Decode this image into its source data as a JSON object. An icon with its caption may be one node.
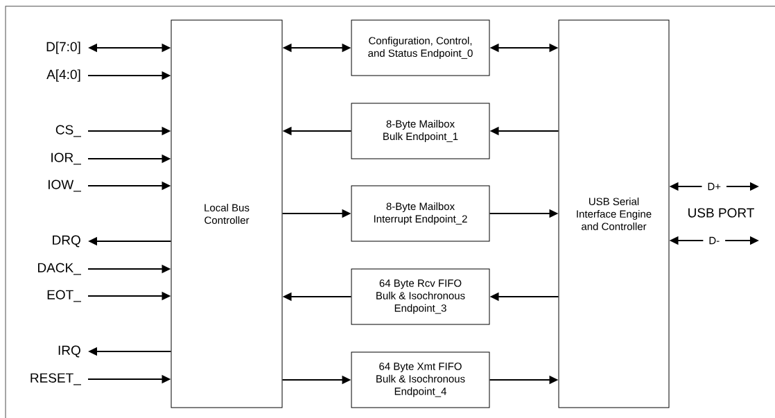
{
  "diagram": {
    "nodes": [
      {
        "text": [
          "Local Bus Controller"
        ]
      },
      {
        "text": [
          "Configuration, Control, and Status Endpoint_0"
        ]
      },
      {
        "text": [
          "8-Byte Mailbox Bulk Endpoint_1"
        ]
      },
      {
        "text": [
          "8-Byte Mailbox Interrupt Endpoint_2"
        ]
      },
      {
        "text": [
          "64 Byte Rcv FIFO Bulk & Isochronous Endpoint_3"
        ]
      },
      {
        "text": [
          "64 Byte Xmt FIFO Bulk & Isochronous Endpoint_4"
        ]
      },
      {
        "text": [
          "USB Serial Interface Engine and Controller"
        ]
      },
      {
        "text": [
          "D[7:0]"
        ]
      },
      {
        "text": [
          "A[4:0]"
        ]
      },
      {
        "text": [
          "CS_"
        ]
      },
      {
        "text": [
          "IOR_"
        ]
      },
      {
        "text": [
          "IOW_"
        ]
      },
      {
        "text": [
          "DRQ"
        ]
      },
      {
        "text": [
          "DACK_"
        ]
      },
      {
        "text": [
          "EOT_"
        ]
      },
      {
        "text": [
          "IRQ"
        ]
      },
      {
        "text": [
          "RESET_"
        ]
      }
    ],
    "edges": [
      {
        "from": 7,
        "to": 0,
        "arrow": "both"
      },
      {
        "from": 8,
        "to": 0,
        "arrow": "to"
      },
      {
        "from": 9,
        "to": 0,
        "arrow": "to"
      },
      {
        "from": 10,
        "to": 0,
        "arrow": "to"
      },
      {
        "from": 11,
        "to": 0,
        "arrow": "to"
      },
      {
        "from": 0,
        "to": 12,
        "arrow": "to"
      },
      {
        "from": 13,
        "to": 0,
        "arrow": "to"
      },
      {
        "from": 14,
        "to": 0,
        "arrow": "to"
      },
      {
        "from": 0,
        "to": 15,
        "arrow": "to"
      },
      {
        "from": 16,
        "to": 0,
        "arrow": "to"
      },
      {
        "from": 0,
        "to": 1,
        "arrow": "both"
      },
      {
        "from": 1,
        "to": 6,
        "arrow": "both"
      },
      {
        "from": 2,
        "to": 0,
        "arrow": "to"
      },
      {
        "from": 6,
        "to": 2,
        "arrow": "to"
      },
      {
        "from": 0,
        "to": 3,
        "arrow": "to"
      },
      {
        "from": 3,
        "to": 6,
        "arrow": "to"
      },
      {
        "from": 4,
        "to": 0,
        "arrow": "to"
      },
      {
        "from": 6,
        "to": 4,
        "arrow": "to"
      },
      {
        "from": 0,
        "to": 5,
        "arrow": "to"
      },
      {
        "from": 5,
        "to": 6,
        "arrow": "to"
      },
      {
        "from": 6,
        "to": null,
        "arrow": "both",
        "label": "D+"
      },
      {
        "from": 6,
        "to": null,
        "arrow": "both",
        "label": "D-"
      }
    ],
    "labels": [
      "USB PORT"
    ]
  }
}
